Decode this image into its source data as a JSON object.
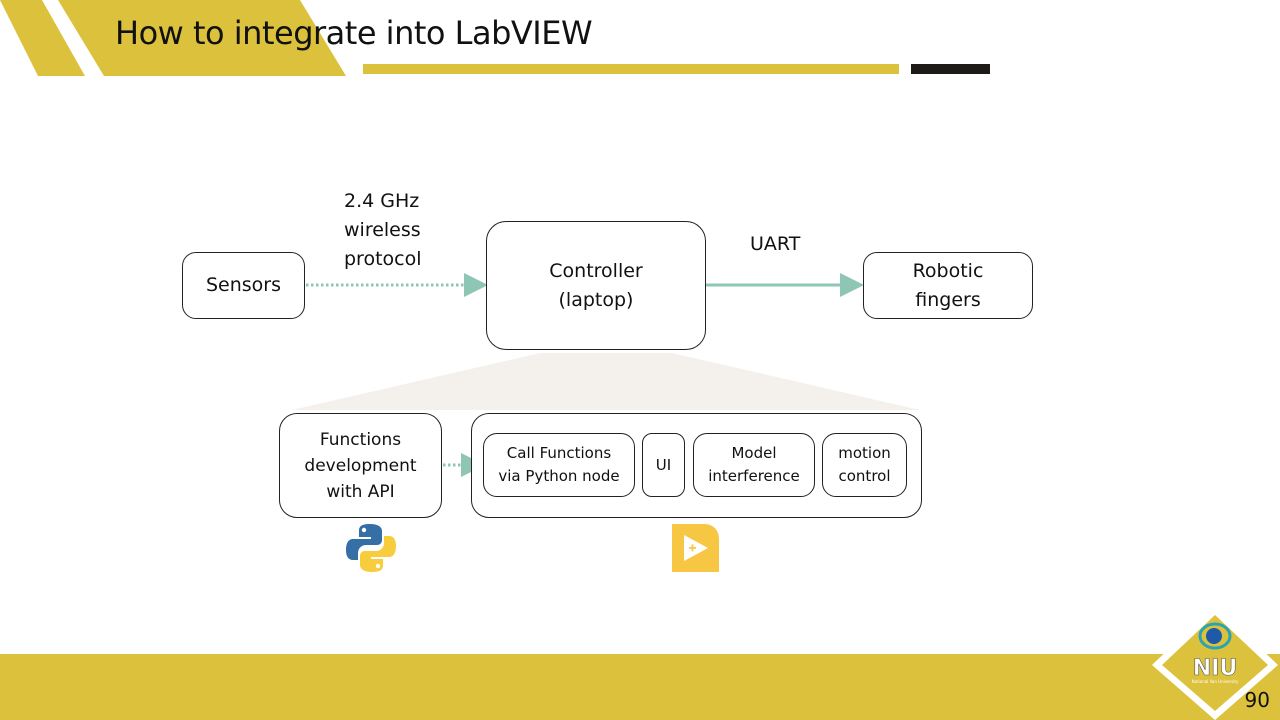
{
  "slide": {
    "title": "How to integrate into LabVIEW",
    "page_number": "90",
    "colors": {
      "accent_gold": "#dcc23c",
      "dark_bar": "#1e1a17",
      "arrow_teal": "#8ec5b5",
      "zoom_fill": "#f4f1ec"
    }
  },
  "diagram": {
    "nodes": {
      "sensors": "Sensors",
      "controller_line1": "Controller",
      "controller_line2": "(laptop)",
      "robotic_line1": "Robotic",
      "robotic_line2": "fingers",
      "functions_line1": "Functions",
      "functions_line2": "development",
      "functions_line3": "with API",
      "call_line1": "Call Functions",
      "call_line2": "via Python node",
      "ui": "UI",
      "model_line1": "Model",
      "model_line2": "interference",
      "motion_line1": "motion",
      "motion_line2": "control"
    },
    "edges": {
      "wireless_line1": "2.4 GHz",
      "wireless_line2": "wireless",
      "wireless_line3": "protocol",
      "uart": "UART"
    },
    "icons": {
      "python": "python-logo-icon",
      "labview": "labview-logo-icon"
    }
  },
  "logo": {
    "text": "NIU",
    "subtext": "National Ilan University"
  }
}
